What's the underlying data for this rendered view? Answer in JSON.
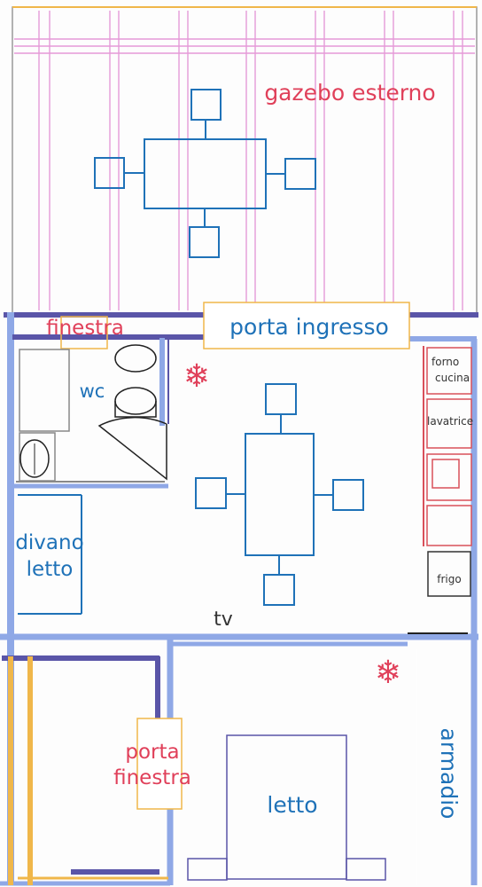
{
  "labels": {
    "gazebo": "gazebo esterno",
    "finestra": "finestra",
    "porta_ingresso": "porta ingresso",
    "wc": "wc",
    "forno_line1": "forno",
    "forno_line2": "cucina",
    "lavatrice": "lavatrice",
    "frigo": "frigo",
    "divano_line1": "divano",
    "divano_line2": "letto",
    "tv": "tv",
    "porta_finestra_line1": "porta",
    "porta_finestra_line2": "finestra",
    "letto": "letto",
    "armadio": "armadio"
  },
  "icons": {
    "ac_unit_1": "snowflake-icon",
    "ac_unit_2": "snowflake-icon",
    "snowflake_glyph": "❄"
  },
  "colors": {
    "wall_blue": "#8fa8e6",
    "wall_purple": "#5a55a8",
    "furniture_blue": "#1f72b8",
    "label_red": "#e0405a",
    "label_blue": "#1f72b8",
    "pergola_pink": "#e59ad8",
    "frame_orange": "#f0b74a",
    "kitchen_red": "#d9505a",
    "gray_line": "#888888"
  }
}
